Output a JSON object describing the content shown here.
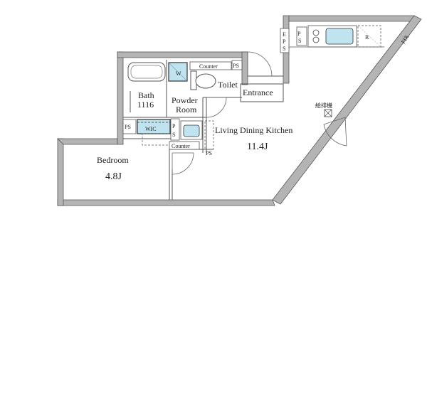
{
  "rooms": {
    "ldk_label": "Living Dining Kitchen",
    "ldk_size": "11.4J",
    "bedroom_label": "Bedroom",
    "bedroom_size": "4.8J",
    "bath_label": "Bath",
    "bath_size": "1116",
    "powder_label_1": "Powder",
    "powder_label_2": "Room",
    "toilet_label": "Toilet",
    "entrance_label": "Entrance",
    "wic_label": "WIC"
  },
  "fixtures": {
    "counter_top": "Counter",
    "counter_bottom": "Counter",
    "ps": "PS",
    "ps_s": "P",
    "ps_s2": "S",
    "eps_e": "E",
    "eps_p": "P",
    "eps_s": "S",
    "washer": "W",
    "fridge": "R",
    "fix": "FIX",
    "ventilator": "給排機"
  },
  "colors": {
    "wall": "#9a9a9a",
    "line": "#444444",
    "accent": "#bfe3ef"
  }
}
